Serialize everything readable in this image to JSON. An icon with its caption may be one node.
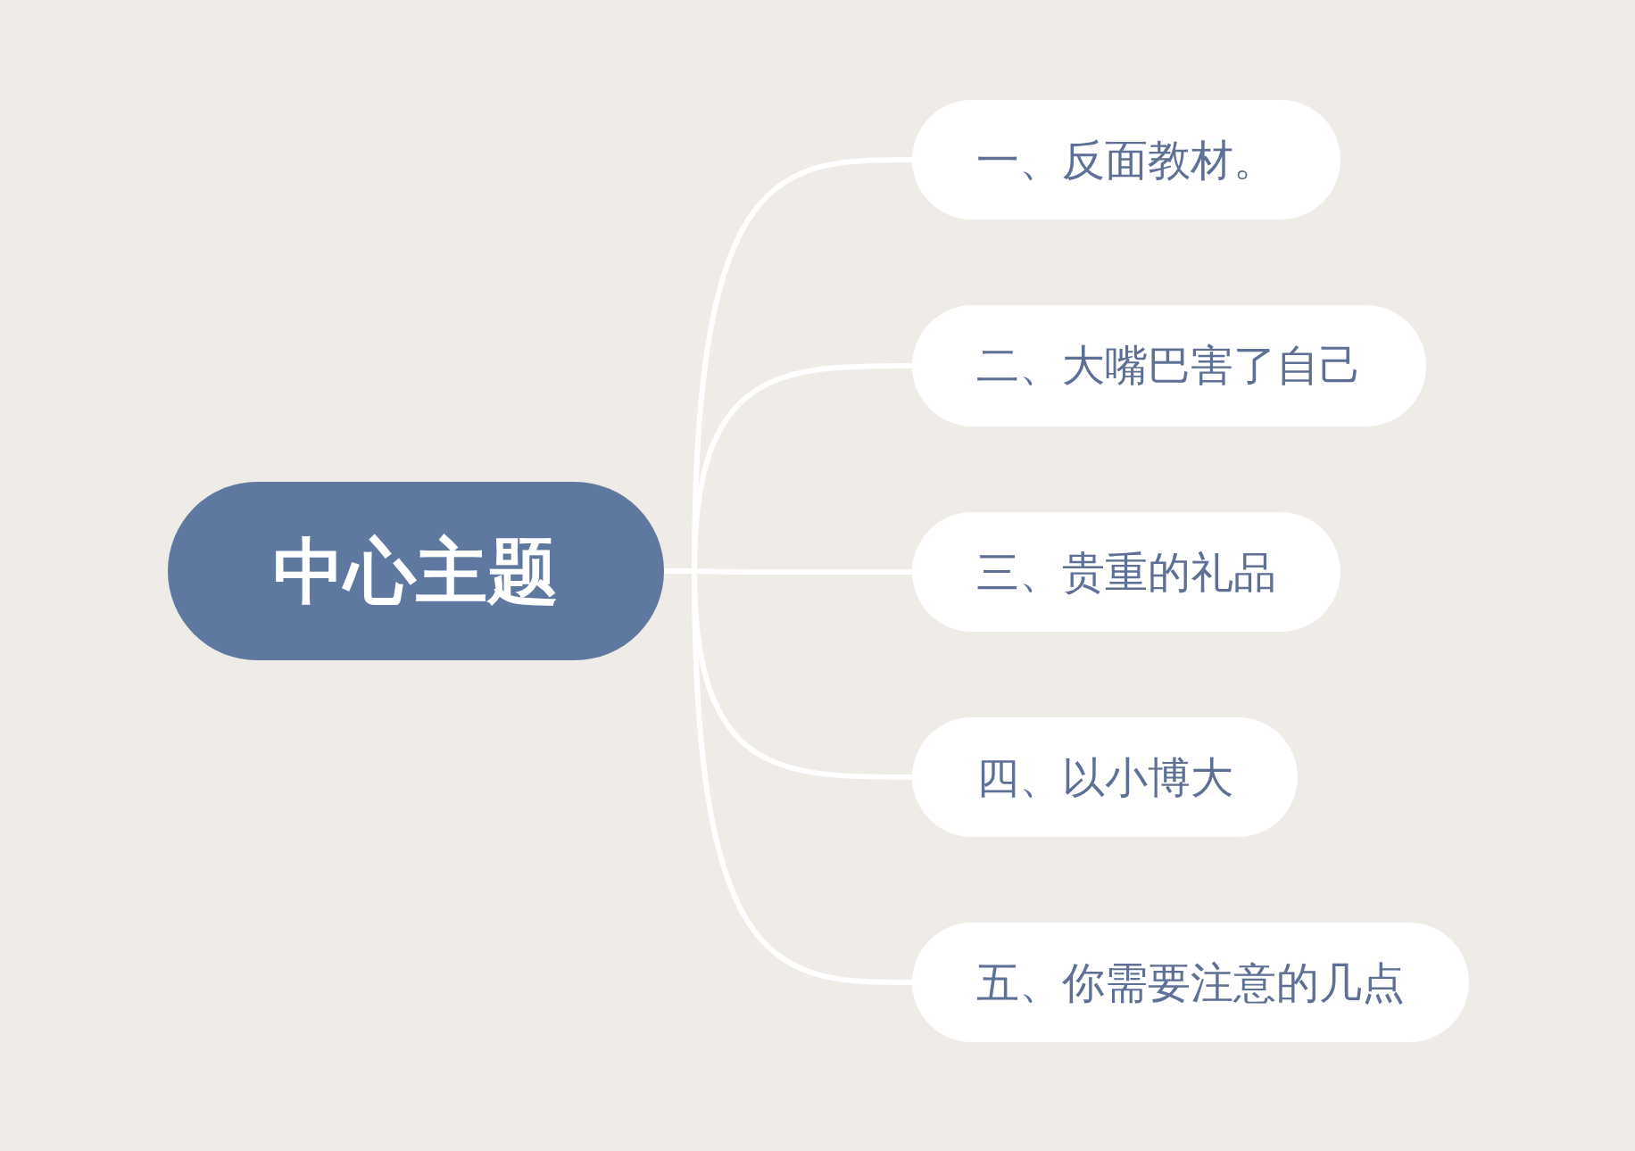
{
  "diagram": {
    "nodes": [
      {
        "text": [
          "中心主题"
        ]
      },
      {
        "text": [
          "一、反面教材。"
        ]
      },
      {
        "text": [
          "二、大嘴巴害了自己"
        ]
      },
      {
        "text": [
          "三、贵重的礼品"
        ]
      },
      {
        "text": [
          "四、以小博大"
        ]
      },
      {
        "text": [
          "五、你需要注意的几点"
        ]
      }
    ],
    "edges": [
      {
        "from": 0,
        "to": 1,
        "arrow": "none"
      },
      {
        "from": 0,
        "to": 2,
        "arrow": "none"
      },
      {
        "from": 0,
        "to": 3,
        "arrow": "none"
      },
      {
        "from": 0,
        "to": 4,
        "arrow": "none"
      },
      {
        "from": 0,
        "to": 5,
        "arrow": "none"
      }
    ]
  }
}
